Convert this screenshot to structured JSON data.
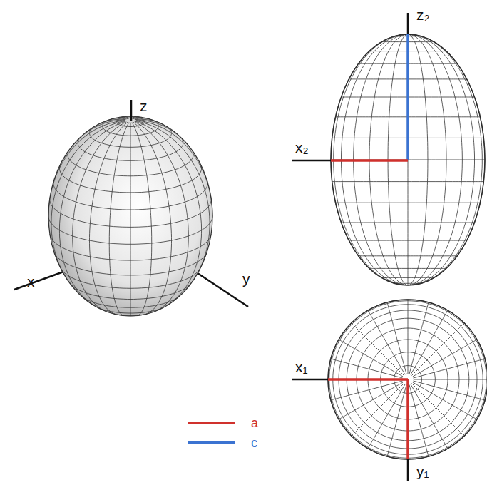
{
  "diagram": {
    "labels": [
      "z",
      "x",
      "y",
      "z₂",
      "x₂",
      "x₁",
      "y₁"
    ],
    "legend": [
      {
        "text": "a",
        "color": "#d0312d"
      },
      {
        "text": "c",
        "color": "#3b73d1"
      }
    ]
  }
}
